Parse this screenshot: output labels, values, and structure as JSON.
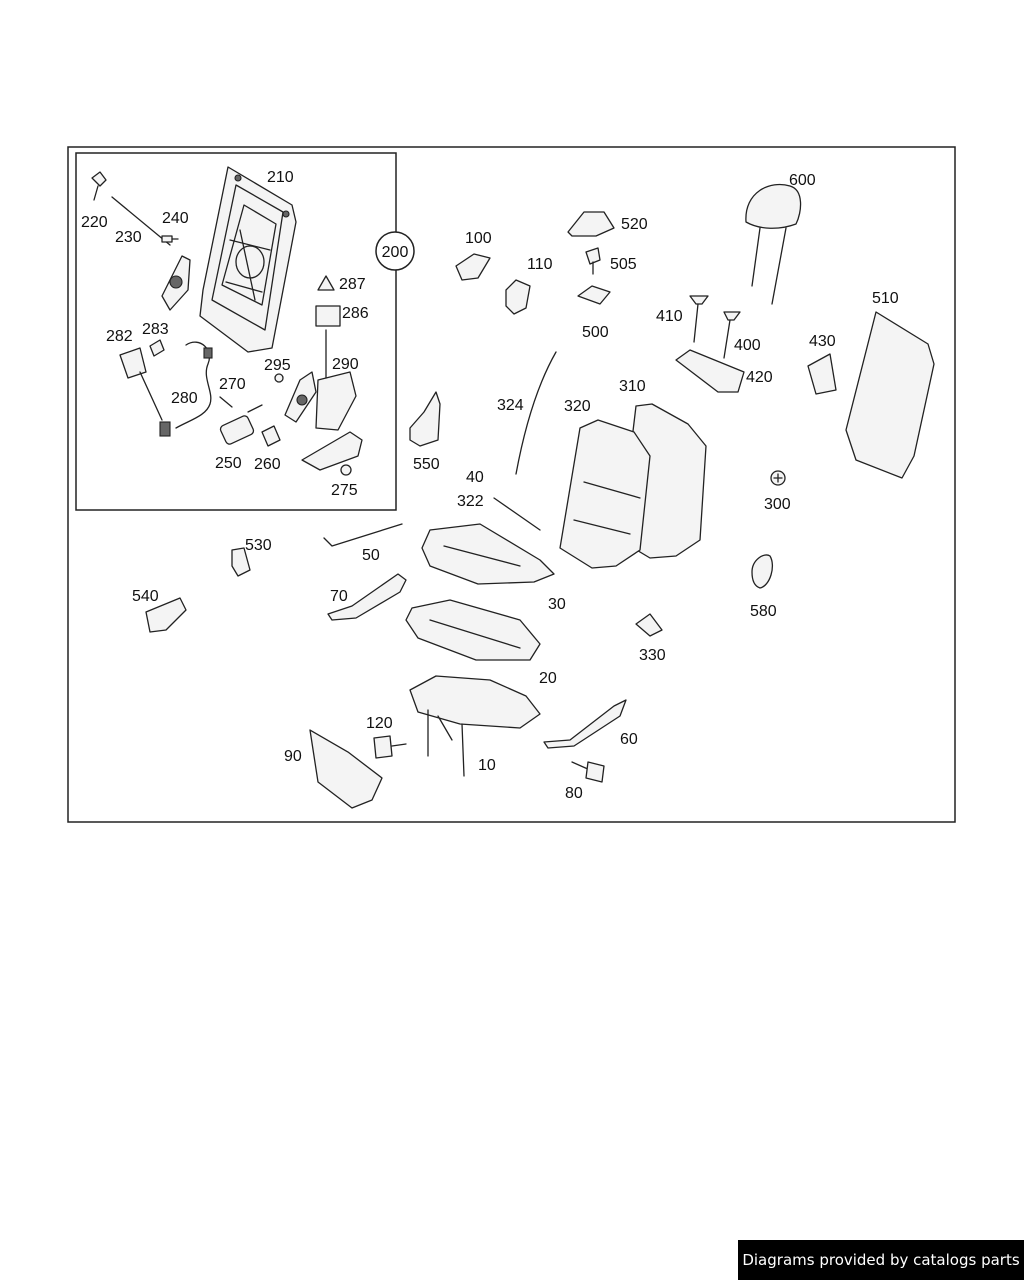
{
  "group_marker": "200",
  "callouts": {
    "p10": "10",
    "p20": "20",
    "p30": "30",
    "p40": "40",
    "p50": "50",
    "p60": "60",
    "p70": "70",
    "p80": "80",
    "p90": "90",
    "p100": "100",
    "p110": "110",
    "p120": "120",
    "p210": "210",
    "p220": "220",
    "p230": "230",
    "p240": "240",
    "p250": "250",
    "p260": "260",
    "p270": "270",
    "p275": "275",
    "p280": "280",
    "p282": "282",
    "p283": "283",
    "p286": "286",
    "p287": "287",
    "p290": "290",
    "p295": "295",
    "p300": "300",
    "p310": "310",
    "p320": "320",
    "p322": "322",
    "p324": "324",
    "p330": "330",
    "p400": "400",
    "p410": "410",
    "p420": "420",
    "p430": "430",
    "p500": "500",
    "p505": "505",
    "p510": "510",
    "p520": "520",
    "p530": "530",
    "p540": "540",
    "p550": "550",
    "p580": "580",
    "p600": "600"
  },
  "footer": {
    "banner_text": "Diagrams provided by catalogs parts"
  }
}
